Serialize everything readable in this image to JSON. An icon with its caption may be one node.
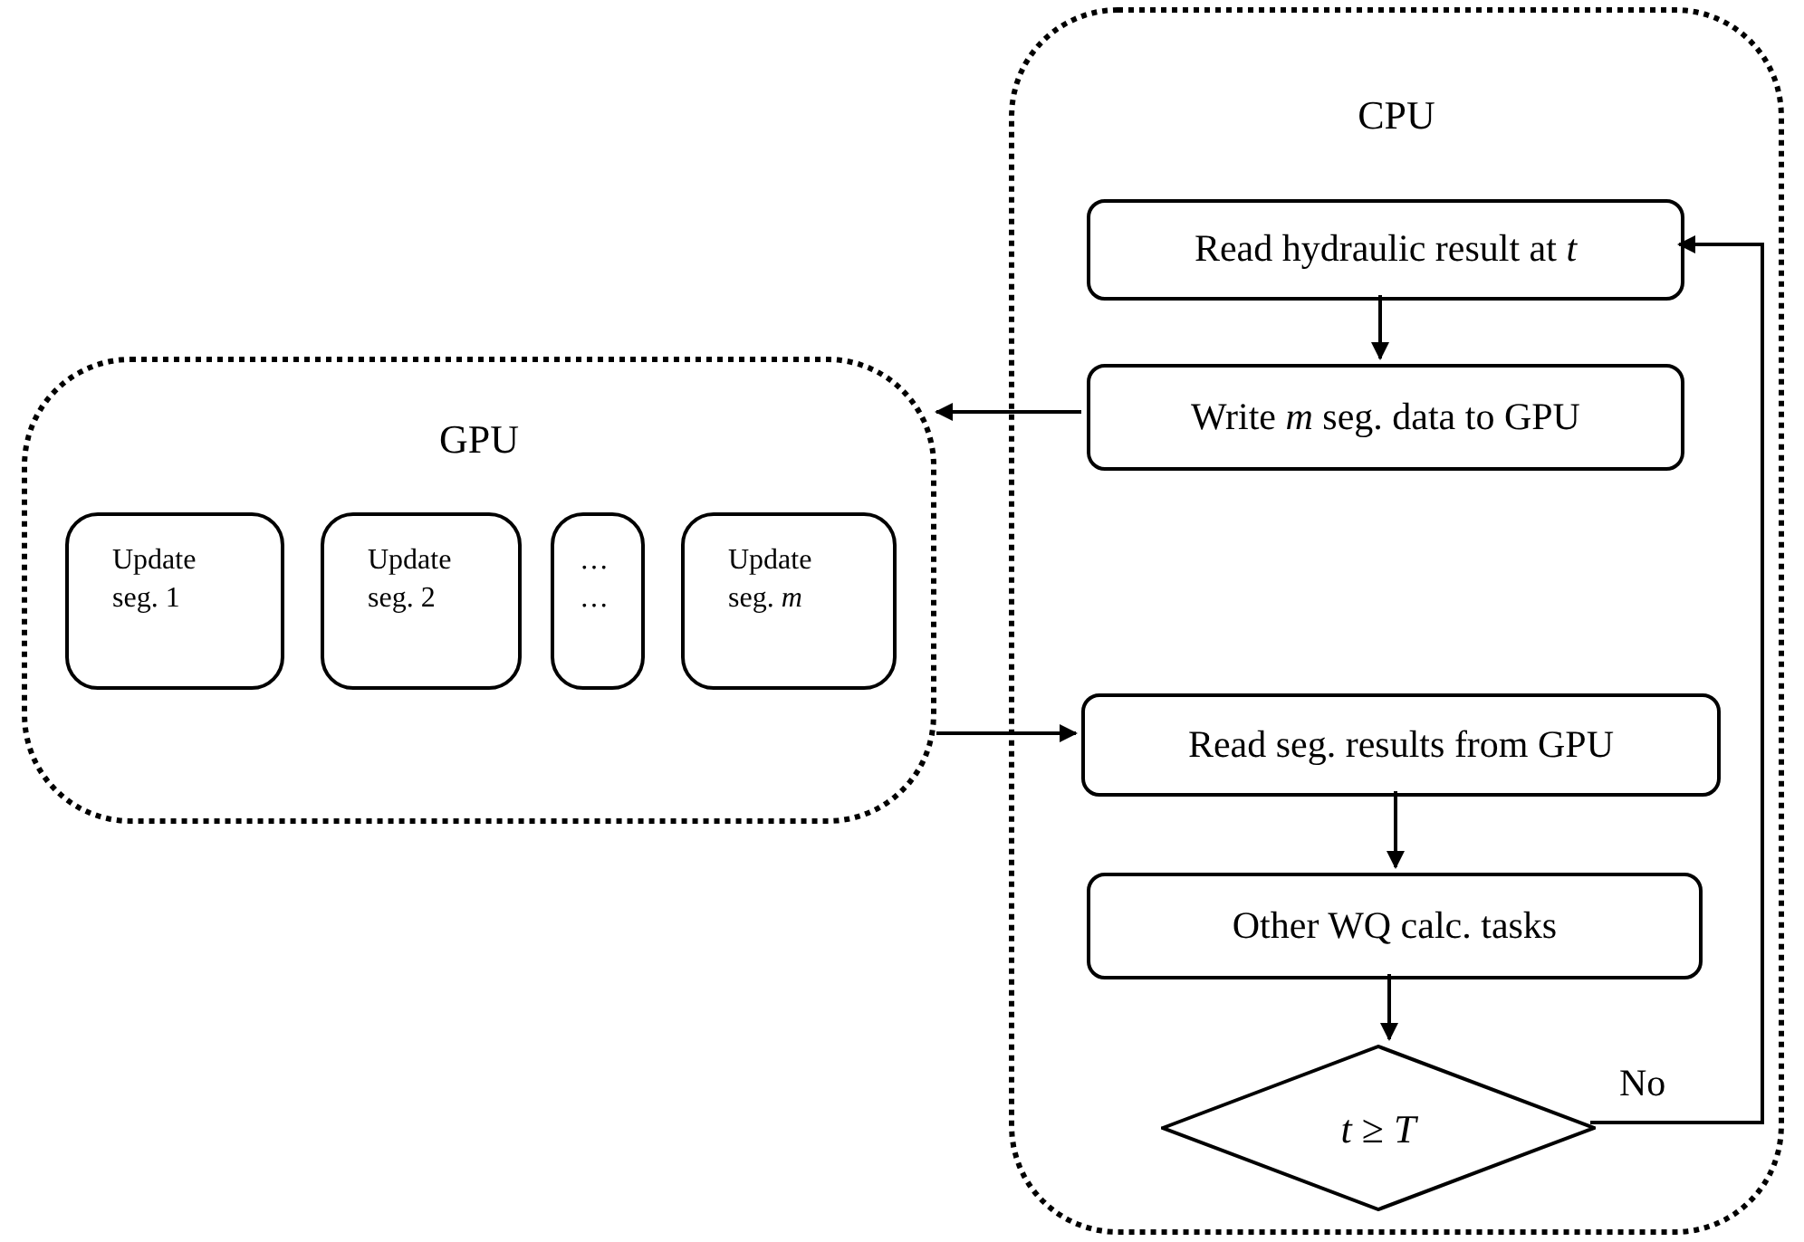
{
  "diagram": {
    "nodes": [
      {
        "text": [
          "CPU"
        ]
      },
      {
        "text": [
          "Read hydraulic result at *t*"
        ],
        "in": 0
      },
      {
        "text": [
          "Write *m* seg. data to GPU"
        ],
        "in": 0
      },
      {
        "text": [
          "GPU"
        ]
      },
      {
        "text": [
          "Update seg. 1"
        ],
        "in": 3
      },
      {
        "text": [
          "Update seg. 2"
        ],
        "in": 3
      },
      {
        "text": [
          "… …"
        ],
        "in": 3
      },
      {
        "text": [
          "Update seg. *m*"
        ],
        "in": 3
      },
      {
        "text": [
          "Read seg. results from GPU"
        ],
        "in": 0
      },
      {
        "text": [
          "Other WQ calc. tasks"
        ],
        "in": 0
      },
      {
        "text": [
          "*t* ≥ *T*"
        ],
        "in": 0
      }
    ],
    "edges": [
      {
        "from": 1,
        "to": 2,
        "arrow": "to"
      },
      {
        "from": 2,
        "to": 3,
        "arrow": "to"
      },
      {
        "from": 3,
        "to": 8,
        "arrow": "to"
      },
      {
        "from": 8,
        "to": 9,
        "arrow": "to"
      },
      {
        "from": 9,
        "to": 10,
        "arrow": "to"
      },
      {
        "from": 10,
        "to": 1,
        "arrow": "to",
        "label": "No"
      }
    ]
  }
}
